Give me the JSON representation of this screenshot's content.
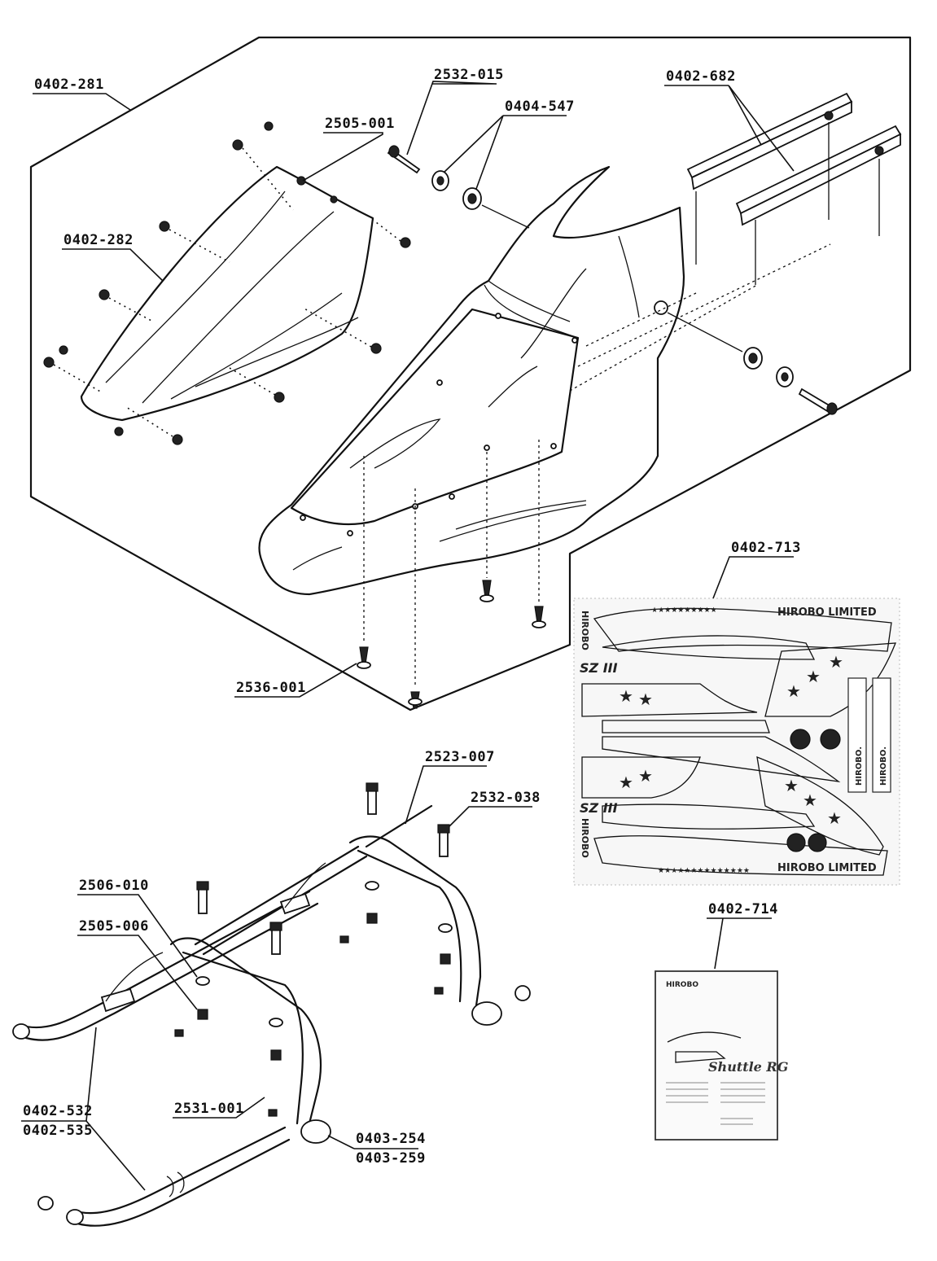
{
  "part_numbers": {
    "p0402_281": "0402-281",
    "p0402_282": "0402-282",
    "p2505_001": "2505-001",
    "p2532_015": "2532-015",
    "p0404_547": "0404-547",
    "p0402_682": "0402-682",
    "p0402_713": "0402-713",
    "p2536_001": "2536-001",
    "p2523_007": "2523-007",
    "p2532_038": "2532-038",
    "p2506_010": "2506-010",
    "p2505_006": "2505-006",
    "p2531_001": "2531-001",
    "p0402_532": "0402-532",
    "p0402_535": "0402-535",
    "p0403_254": "0403-254",
    "p0403_259": "0403-259",
    "p0402_714": "0402-714"
  },
  "decal": {
    "brand_vertical": "HIROBO",
    "brand_limited": "HIROBO LIMITED",
    "model_badge": "SZ III",
    "strip_label": "HIROBO."
  },
  "manual": {
    "brand": "HIROBO",
    "title": "Shuttle RG"
  }
}
